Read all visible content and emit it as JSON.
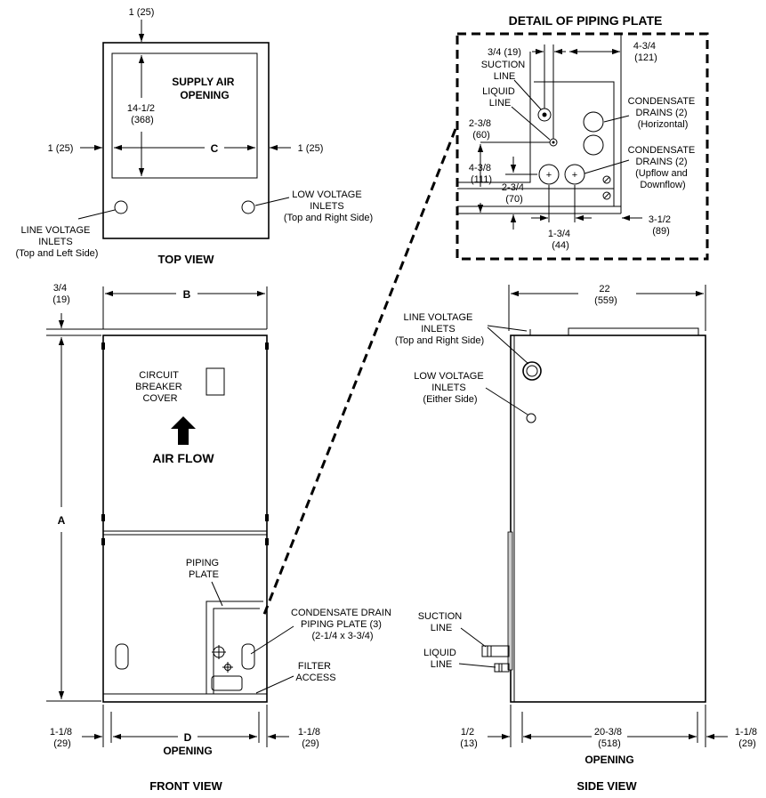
{
  "colors": {
    "ink": "#000000",
    "paper": "#ffffff",
    "mid_gray": "#cccccc"
  },
  "icons": [
    "air-flow-arrow-icon",
    "dimension-arrow-icon",
    "inlet-circle-icon"
  ],
  "top_view": {
    "title": "TOP VIEW",
    "supply_air": [
      "SUPPLY AIR",
      "OPENING"
    ],
    "dim_top": "1 (25)",
    "dim_height": [
      "14-1/2",
      "(368)"
    ],
    "dim_left": "1 (25)",
    "dim_right": "1 (25)",
    "dim_c": "C",
    "line_voltage": [
      "LINE VOLTAGE",
      "INLETS",
      "(Top and Left Side)"
    ],
    "low_voltage": [
      "LOW VOLTAGE",
      "INLETS",
      "(Top and Right Side)"
    ]
  },
  "detail": {
    "title": "DETAIL OF PIPING PLATE",
    "d34": "3/4  (19)",
    "suction": [
      "SUCTION",
      "LINE"
    ],
    "liquid": [
      "LIQUID",
      "LINE"
    ],
    "d238": [
      "2-3/8",
      "(60)"
    ],
    "d438": [
      "4-3/8",
      "(111)"
    ],
    "d234": [
      "2-3/4",
      "(70)"
    ],
    "d434": [
      "4-3/4",
      "(121)"
    ],
    "cond_h": [
      "CONDENSATE",
      "DRAINS (2)",
      "(Horizontal)"
    ],
    "cond_u": [
      "CONDENSATE",
      "DRAINS (2)",
      "(Upflow and",
      "Downflow)"
    ],
    "d134": [
      "1-3/4",
      "(44)"
    ],
    "d312": [
      "3-1/2",
      "(89)"
    ]
  },
  "front_view": {
    "title": "FRONT VIEW",
    "dim_b": "B",
    "dim_a": "A",
    "dim_d": "D",
    "opening": "OPENING",
    "top_offset": [
      "3/4",
      "(19)"
    ],
    "breaker": [
      "CIRCUIT",
      "BREAKER",
      "COVER"
    ],
    "air_flow": "AIR FLOW",
    "piping": [
      "PIPING",
      "PLATE"
    ],
    "cond_plate": [
      "CONDENSATE DRAIN",
      "PIPING PLATE (3)",
      "(2-1/4 x 3-3/4)"
    ],
    "filter": [
      "FILTER",
      "ACCESS"
    ],
    "left": [
      "1-1/8",
      "(29)"
    ],
    "right": [
      "1-1/8",
      "(29)"
    ]
  },
  "side_view": {
    "title": "SIDE VIEW",
    "d22": [
      "22",
      "(559)"
    ],
    "line_voltage": [
      "LINE VOLTAGE",
      "INLETS",
      "(Top and Right Side)"
    ],
    "low_voltage": [
      "LOW VOLTAGE",
      "INLETS",
      "(Either Side)"
    ],
    "suction": [
      "SUCTION",
      "LINE"
    ],
    "liquid": [
      "LIQUID",
      "LINE"
    ],
    "d12": [
      "1/2",
      "(13)"
    ],
    "d2038": [
      "20-3/8",
      "(518)"
    ],
    "opening": "OPENING",
    "d118": [
      "1-1/8",
      "(29)"
    ]
  }
}
